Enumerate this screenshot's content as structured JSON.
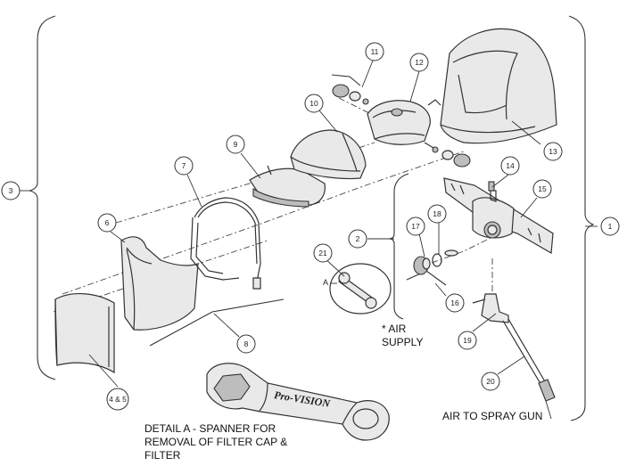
{
  "balloons": [
    "1",
    "2",
    "3",
    "4 & 5",
    "6",
    "7",
    "8",
    "9",
    "10",
    "11",
    "12",
    "13",
    "14",
    "15",
    "16",
    "17",
    "18",
    "19",
    "20",
    "21"
  ],
  "detail_marker": "A",
  "notes": {
    "air_supply_line1": "* AIR",
    "air_supply_line2": "SUPPLY",
    "spray_gun": "AIR TO SPRAY GUN",
    "detail_line1": "DETAIL A - SPANNER FOR",
    "detail_line2": "REMOVAL OF FILTER CAP &",
    "detail_line3": "FILTER"
  },
  "spanner_brand": "Pro-VISION"
}
